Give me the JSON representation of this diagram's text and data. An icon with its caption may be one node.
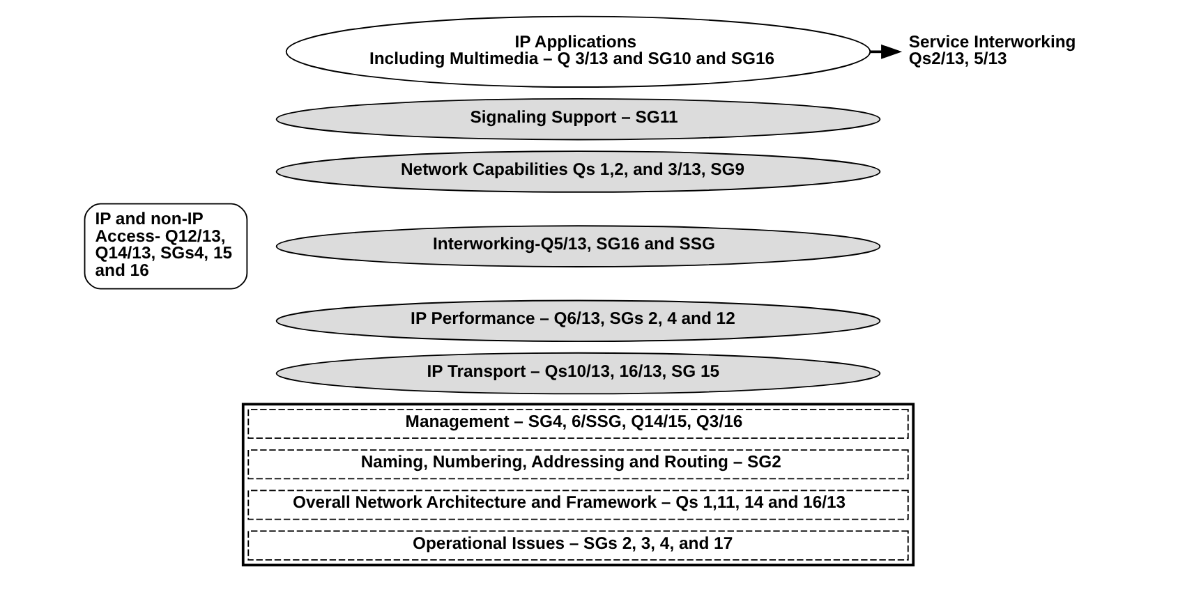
{
  "diagram": {
    "nodes": [
      {
        "text": [
          "IP Applications",
          "Including Multimedia – Q 3/13 and SG10 and SG16"
        ]
      },
      {
        "text": [
          "Service Interworking Qs2/13, 5/13"
        ]
      },
      {
        "text": [
          "IP and non-IP Access- Q12/13, Q14/13, SGs4, 15 and 16"
        ]
      },
      {
        "text": [
          "Signaling Support – SG11"
        ]
      },
      {
        "text": [
          "Network Capabilities Qs 1,2, and 3/13, SG9"
        ]
      },
      {
        "text": [
          "Interworking-Q5/13, SG16 and SSG"
        ]
      },
      {
        "text": [
          "IP Performance – Q6/13, SGs 2, 4 and 12"
        ]
      },
      {
        "text": [
          "IP Transport – Qs10/13, 16/13, SG 15"
        ]
      },
      {
        "text": [],
        "shape": "box"
      },
      {
        "text": [
          "Management – SG4, 6/SSG, Q14/15, Q3/16"
        ],
        "in": 8
      },
      {
        "text": [
          "Naming, Numbering, Addressing and Routing – SG2"
        ],
        "in": 8
      },
      {
        "text": [
          "Overall Network Architecture and Framework – Qs 1,11, 14 and 16/13"
        ],
        "in": 8
      },
      {
        "text": [
          "Operational Issues – SGs 2, 3, 4, and 17"
        ],
        "in": 8
      }
    ],
    "edges": [
      {
        "from": 0,
        "to": 1,
        "arrow": "to"
      }
    ]
  }
}
